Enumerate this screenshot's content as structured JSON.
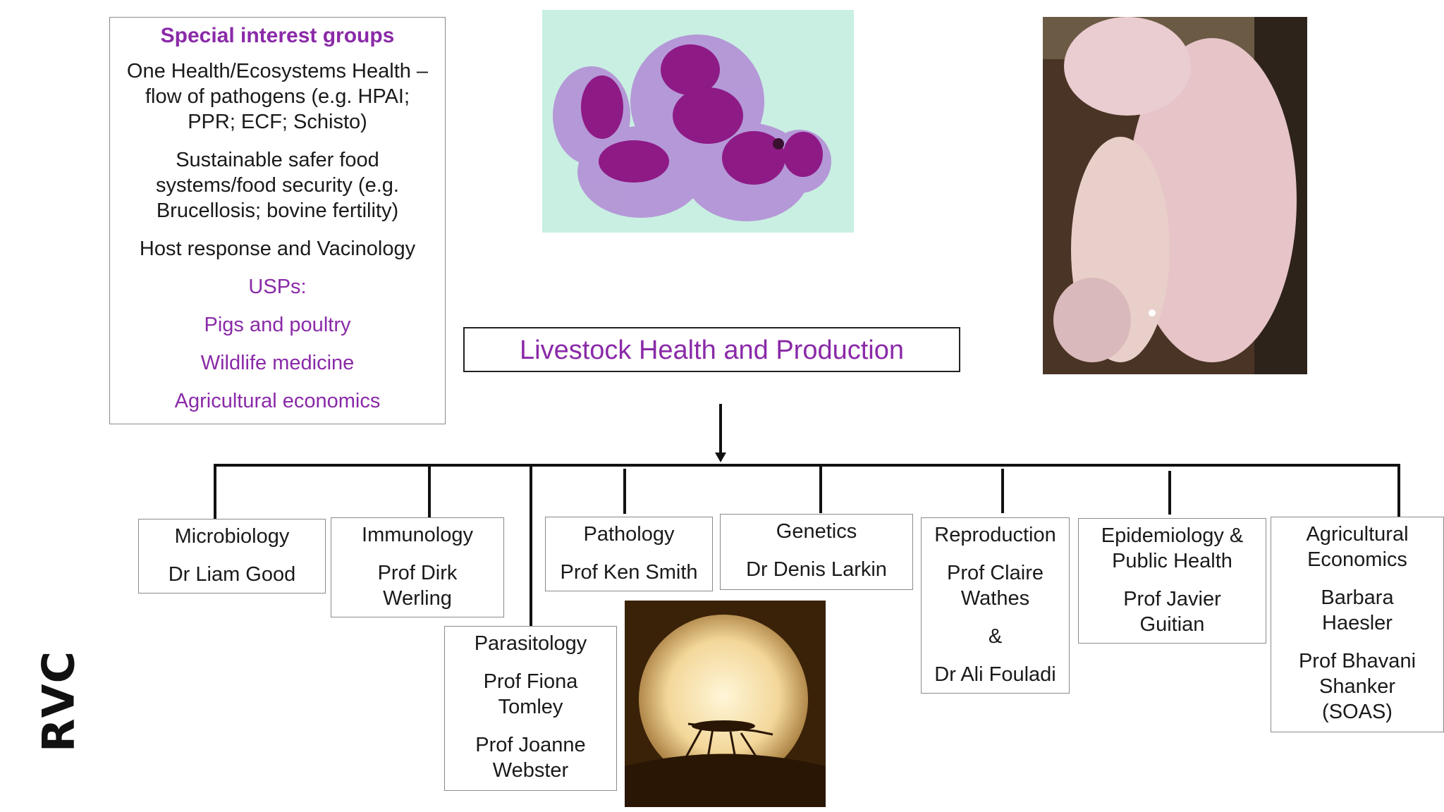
{
  "special_interest": {
    "title": "Special interest groups",
    "items": [
      {
        "lines": [
          "One Health/Ecosystems Health –",
          "flow of pathogens (e.g. HPAI;",
          "PPR; ECF; Schisto)"
        ]
      },
      {
        "lines": [
          "Sustainable safer food",
          "systems/food security (e.g.",
          "Brucellosis; bovine fertility)"
        ]
      },
      {
        "lines": [
          "Host response and Vacinology"
        ]
      }
    ],
    "usps_label": "USPs:",
    "usps": [
      "Pigs and poultry",
      "Wildlife medicine",
      "Agricultural economics"
    ]
  },
  "main_title": "Livestock Health and Production",
  "departments": {
    "microbiology": {
      "name": "Microbiology",
      "people": [
        "Dr Liam Good"
      ]
    },
    "immunology": {
      "name": "Immunology",
      "people": [
        "Prof Dirk Werling"
      ]
    },
    "parasitology": {
      "name": "Parasitology",
      "people": [
        "Prof Fiona Tomley",
        "Prof Joanne Webster"
      ]
    },
    "pathology": {
      "name": "Pathology",
      "people": [
        "Prof Ken Smith"
      ]
    },
    "genetics": {
      "name": "Genetics",
      "people": [
        "Dr Denis Larkin"
      ]
    },
    "reproduction": {
      "name": "Reproduction",
      "people": [
        "Prof Claire Wathes",
        "&",
        "Dr Ali Fouladi"
      ]
    },
    "epidemiology": {
      "name": "Epidemiology & Public Health",
      "people": [
        "Prof Javier Guitian"
      ]
    },
    "agri_econ": {
      "name": "Agricultural Economics",
      "people": [
        "Barbara Haesler",
        "Prof Bhavani Shanker (SOAS)"
      ]
    }
  },
  "logo_text": "RVC",
  "colors": {
    "accent_purple": "#8a2aa8",
    "line": "#111111",
    "border": "#8a8a8a"
  }
}
